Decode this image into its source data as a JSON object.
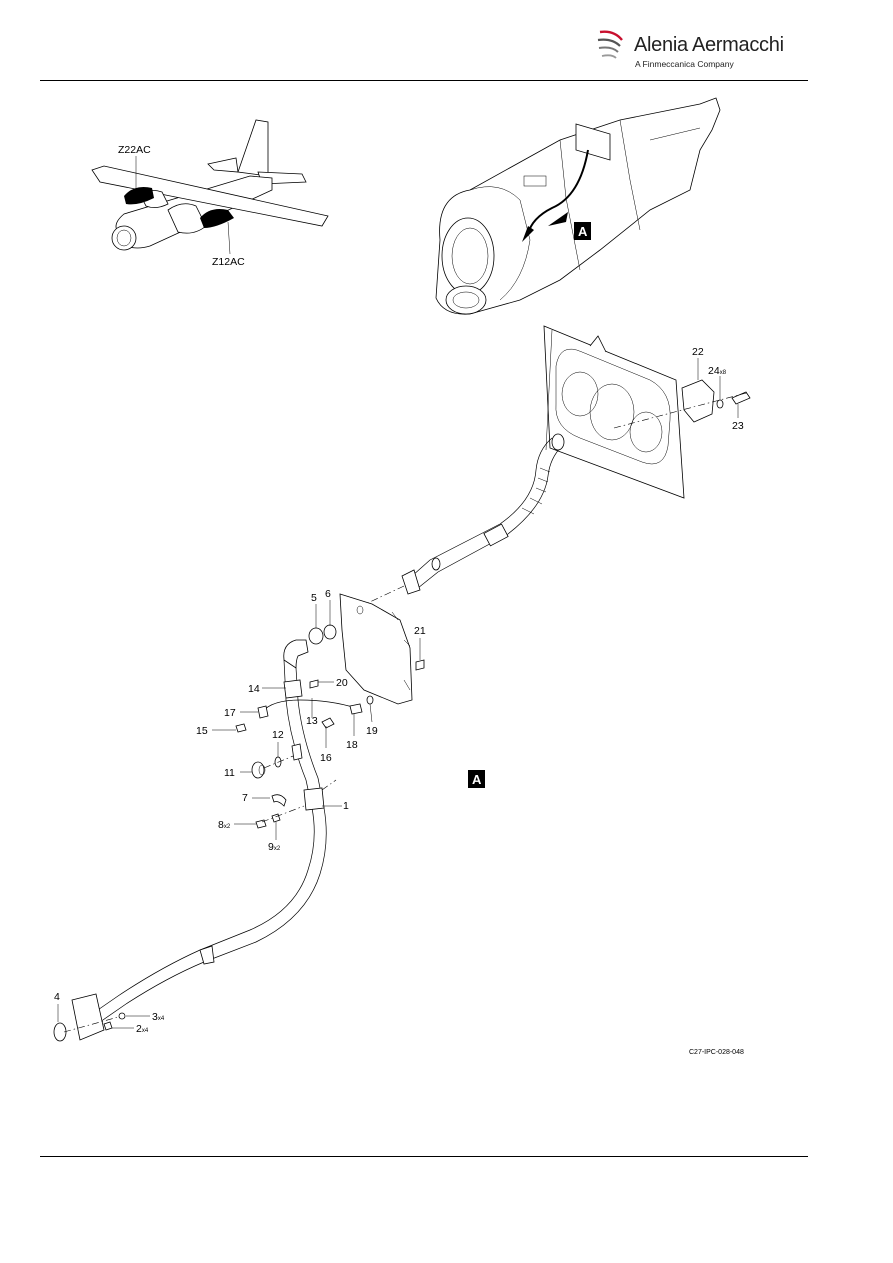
{
  "header": {
    "logo_name": "Alenia Aermacchi",
    "logo_tagline": "A Finmeccanica Company",
    "logo_icon": "swoosh-logo-icon"
  },
  "locator": {
    "zone_upper": "Z22AC",
    "zone_lower": "Z12AC"
  },
  "view_marker": "A",
  "callouts": {
    "c1": "1",
    "c2": "2",
    "c2_qty": "x4",
    "c3": "3",
    "c3_qty": "x4",
    "c4": "4",
    "c5": "5",
    "c6": "6",
    "c7": "7",
    "c8": "8",
    "c8_qty": "x2",
    "c9": "9",
    "c9_qty": "x2",
    "c11": "11",
    "c12": "12",
    "c13": "13",
    "c14": "14",
    "c15": "15",
    "c16": "16",
    "c17": "17",
    "c18": "18",
    "c19": "19",
    "c20": "20",
    "c21": "21",
    "c22": "22",
    "c23": "23",
    "c24": "24",
    "c24_qty": "x8"
  },
  "figure_reference": "C27-IPC-028-048",
  "colors": {
    "logo_red": "#c8102e",
    "ink": "#000000"
  }
}
